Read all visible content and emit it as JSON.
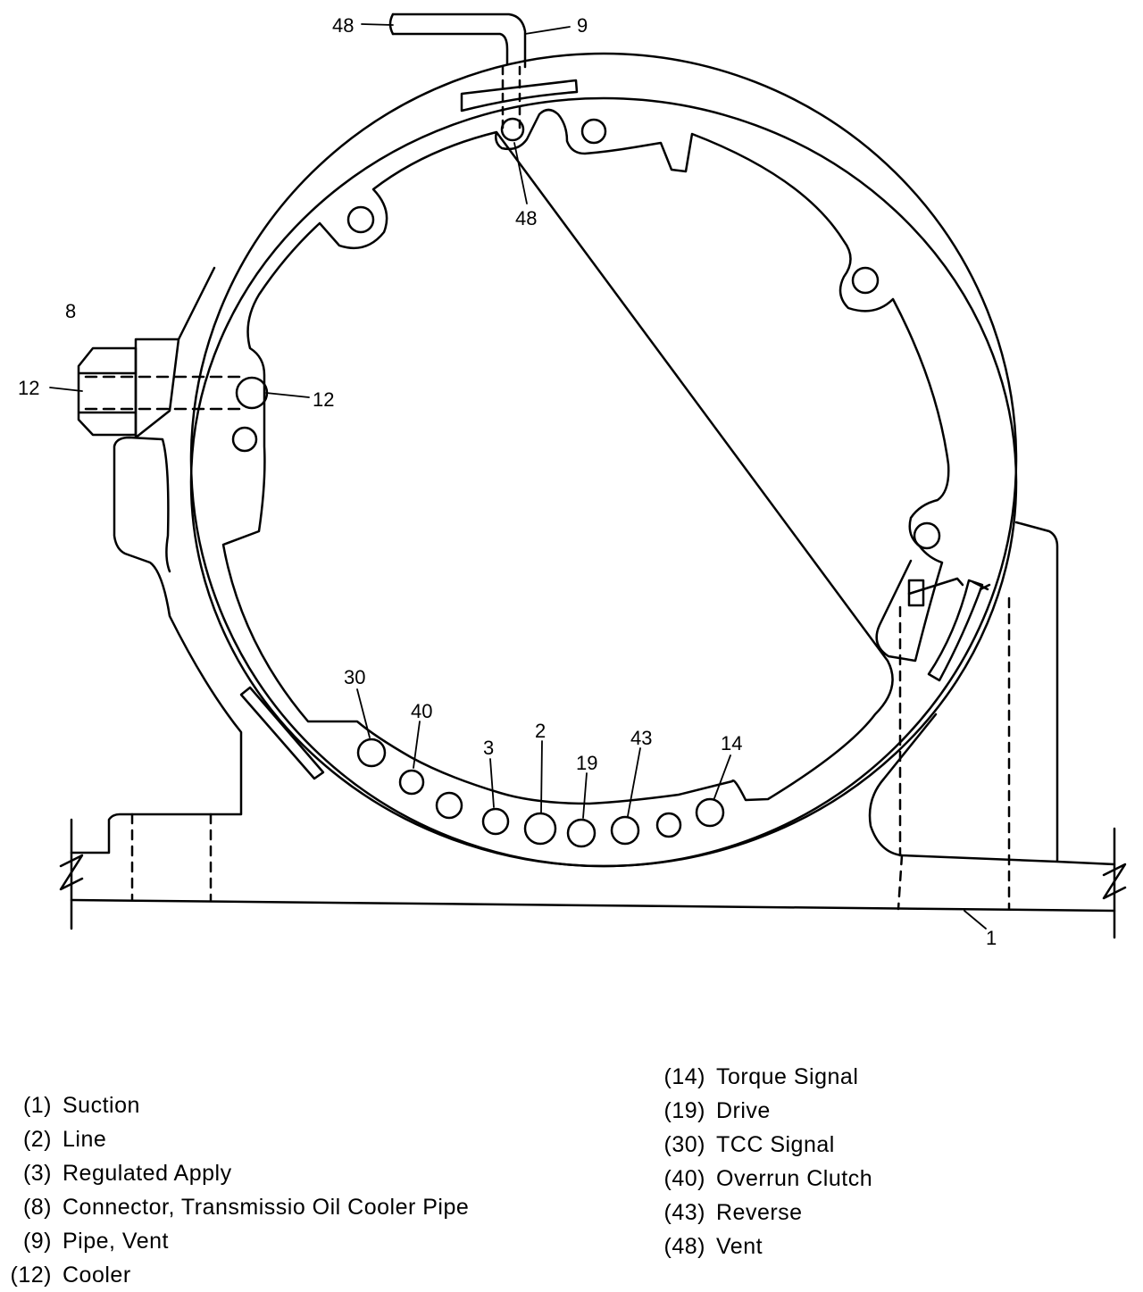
{
  "callouts": {
    "c48_top": "48",
    "c9": "9",
    "c48_mid": "48",
    "c8": "8",
    "c12_left": "12",
    "c12_right": "12",
    "c30": "30",
    "c40": "40",
    "c3": "3",
    "c2": "2",
    "c19": "19",
    "c43": "43",
    "c14": "14",
    "c1": "1"
  },
  "legend_left": [
    {
      "code": "(1)",
      "label": "Suction"
    },
    {
      "code": "(2)",
      "label": "Line"
    },
    {
      "code": "(3)",
      "label": "Regulated Apply"
    },
    {
      "code": "(8)",
      "label": "Connector, Transmissio Oil Cooler Pipe"
    },
    {
      "code": "(9)",
      "label": "Pipe, Vent"
    },
    {
      "code": "(12)",
      "label": "Cooler"
    }
  ],
  "legend_right": [
    {
      "code": "(14)",
      "label": "Torque Signal"
    },
    {
      "code": "(19)",
      "label": "Drive"
    },
    {
      "code": "(30)",
      "label": "TCC Signal"
    },
    {
      "code": "(40)",
      "label": "Overrun Clutch"
    },
    {
      "code": "(43)",
      "label": "Reverse"
    },
    {
      "code": "(48)",
      "label": "Vent"
    }
  ]
}
